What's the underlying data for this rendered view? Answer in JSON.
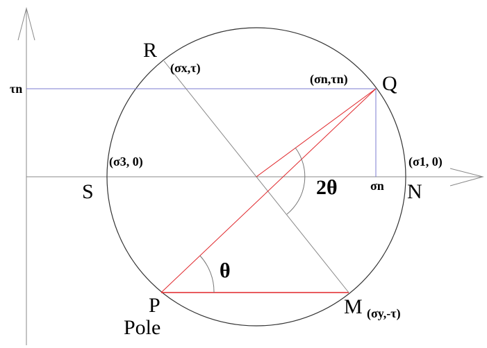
{
  "points": {
    "R": "R",
    "Q": "Q",
    "S": "S",
    "N": "N",
    "P": "P",
    "M": "M",
    "pole": "Pole"
  },
  "coords": {
    "R": "(σx,τ)",
    "Q": "(σn,τn)",
    "S": "(σ3, 0)",
    "N": "(σ1, 0)",
    "M": "(σy,-τ)"
  },
  "axis_labels": {
    "tau_n": "τn",
    "sigma_n": "σn"
  },
  "angles": {
    "double": "2θ",
    "single": "θ"
  },
  "colors": {
    "circle": "#333333",
    "axis": "#888888",
    "projection": "#7b7bd0",
    "construction": "#e0262a"
  }
}
